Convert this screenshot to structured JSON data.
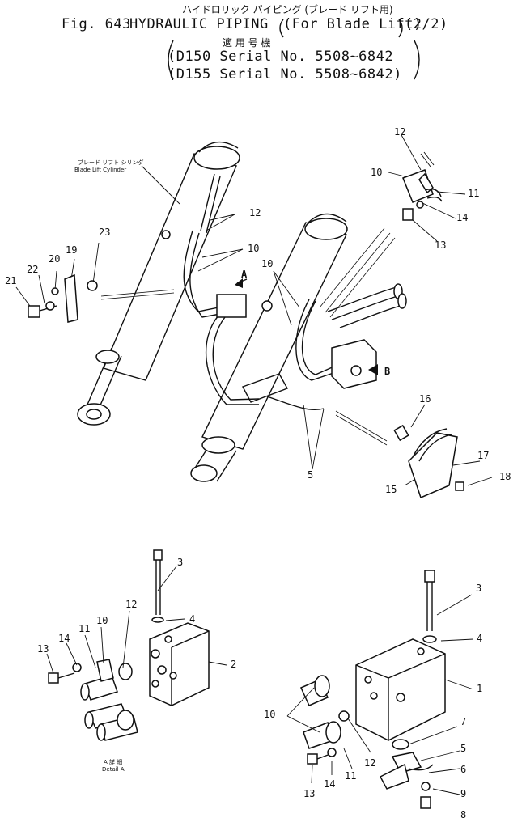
{
  "header": {
    "jp_line1": "ハイドロリック パイピング (ブレード リフト用)",
    "fig_label": "Fig. 643",
    "title": "HYDRAULIC PIPING",
    "subtitle": "(For Blade Lift)",
    "sheet": "(2/2)",
    "jp_line2": "適 用 号 機",
    "serial1": "(D150 Serial No. 5508~6842",
    "serial2": "(D155 Serial No. 5508~6842)"
  },
  "labels": {
    "cylinder_jp": "ブレード リフト シリンダ",
    "cylinder_en": "Blade Lift Cylinder",
    "detail_a_jp": "A 詳 細",
    "detail_a_en": "Detail A",
    "view_a": "A",
    "view_b": "B"
  },
  "callouts": {
    "n1": "1",
    "n2": "2",
    "n3a": "3",
    "n3b": "3",
    "n4a": "4",
    "n4b": "4",
    "n5a": "5",
    "n5b": "5",
    "n6": "6",
    "n7": "7",
    "n8": "8",
    "n9": "9",
    "n10a": "10",
    "n10b": "10",
    "n10c": "10",
    "n10d": "10",
    "n10e": "10",
    "n11a": "11",
    "n11b": "11",
    "n11c": "11",
    "n12a": "12",
    "n12b": "12",
    "n12c": "12",
    "n12d": "12",
    "n13a": "13",
    "n13b": "13",
    "n13c": "13",
    "n14a": "14",
    "n14b": "14",
    "n14c": "14",
    "n15": "15",
    "n16": "16",
    "n17": "17",
    "n18": "18",
    "n19": "19",
    "n20": "20",
    "n21": "21",
    "n22": "22",
    "n23": "23"
  }
}
